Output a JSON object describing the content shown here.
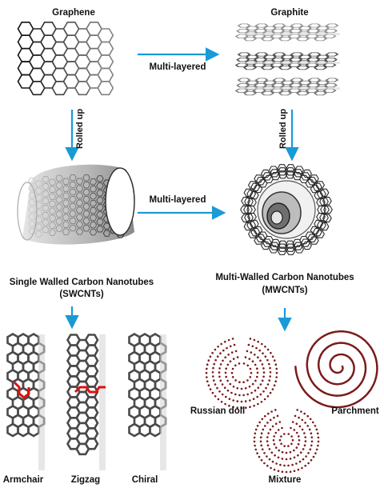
{
  "diagram": {
    "nodes": {
      "graphene": "Graphene",
      "graphite": "Graphite",
      "swcnt": "Single Walled Carbon Nanotubes",
      "swcnt_abbr": "(SWCNTs)",
      "mwcnt": "Multi-Walled Carbon Nanotubes",
      "mwcnt_abbr": "(MWCNTs)"
    },
    "edges": {
      "top": "Multi-layered",
      "middle": "Multi-layered",
      "left_down": "Rolled up",
      "right_down": "Rolled up"
    },
    "swcnt_types": [
      "Armchair",
      "Zigzag",
      "Chiral"
    ],
    "mwcnt_types": [
      "Russian doll",
      "Parchment",
      "Mixture"
    ],
    "colors": {
      "arrow": "#1a9ad6",
      "highlight": "#e01010",
      "spiral": "#7a1a1a"
    }
  }
}
